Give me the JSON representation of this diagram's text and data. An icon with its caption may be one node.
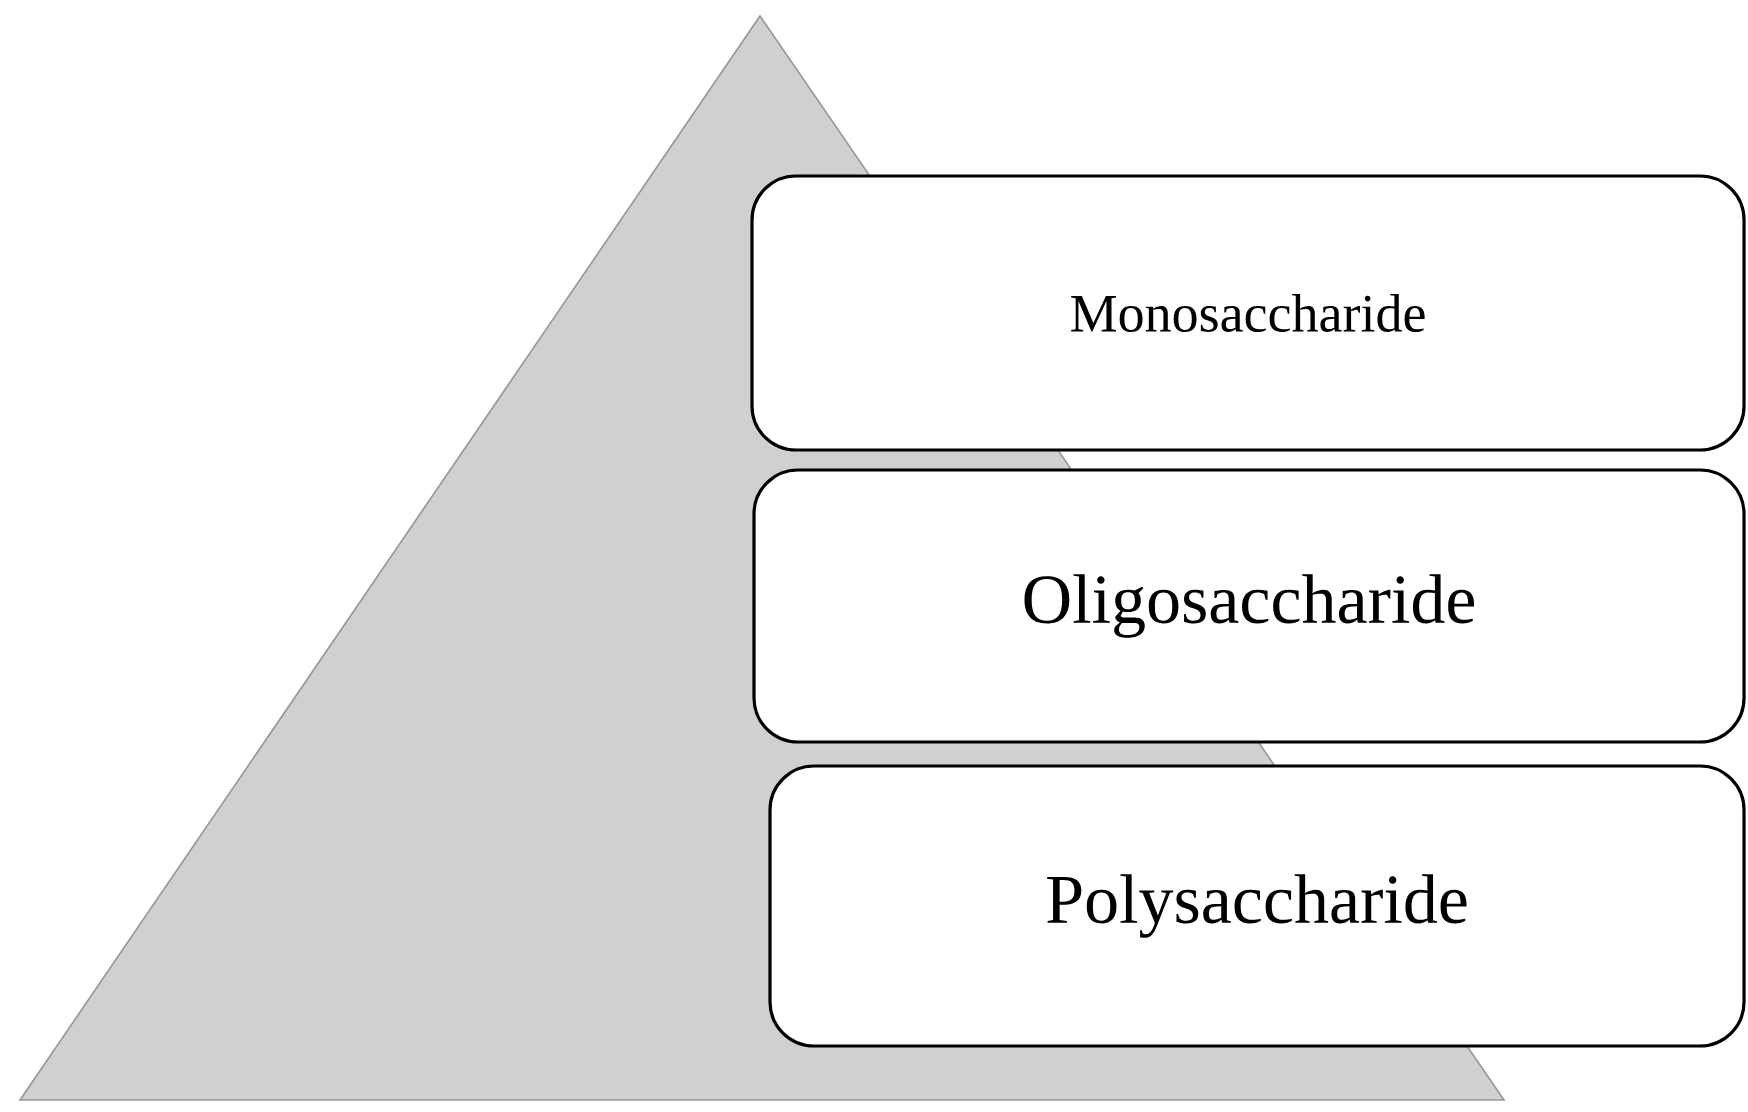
{
  "diagram": {
    "nodes": [
      {
        "text": [
          "Monosaccharide"
        ]
      },
      {
        "text": [
          "Oligosaccharide"
        ]
      },
      {
        "text": [
          "Polysaccharide"
        ]
      }
    ]
  }
}
